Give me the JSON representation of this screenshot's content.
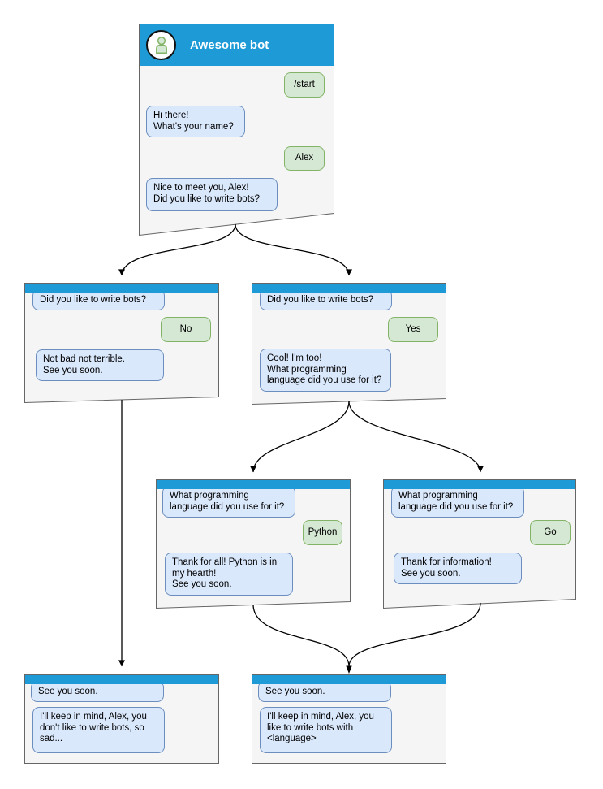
{
  "colors": {
    "header_blue": "#1e9bd7",
    "bot_bubble_fill": "#dae8fc",
    "bot_bubble_border": "#6c8ebf",
    "user_bubble_fill": "#d5e8d4",
    "user_bubble_border": "#82b366",
    "window_fill": "#f5f5f5",
    "window_border": "#666666"
  },
  "windows": [
    {
      "name": "start",
      "title": "Awesome bot",
      "messages": [
        {
          "from": "user",
          "text": "/start"
        },
        {
          "from": "bot",
          "text": "Hi there!\nWhat's your name?"
        },
        {
          "from": "user",
          "text": "Alex"
        },
        {
          "from": "bot",
          "text": "Nice to meet you, Alex!\nDid you like to write bots?"
        }
      ]
    },
    {
      "name": "branch-no",
      "messages": [
        {
          "from": "bot",
          "text": "Did you like to write bots?"
        },
        {
          "from": "user",
          "text": "No"
        },
        {
          "from": "bot",
          "text": "Not bad not terrible.\nSee you soon."
        }
      ]
    },
    {
      "name": "branch-yes",
      "messages": [
        {
          "from": "bot",
          "text": "Did you like to write bots?"
        },
        {
          "from": "user",
          "text": "Yes"
        },
        {
          "from": "bot",
          "text": "Cool! I'm too!\nWhat programming\nlanguage did you use for it?"
        }
      ]
    },
    {
      "name": "branch-python",
      "messages": [
        {
          "from": "bot",
          "text": "What programming\nlanguage did you use for it?"
        },
        {
          "from": "user",
          "text": "Python"
        },
        {
          "from": "bot",
          "text": "Thank for all! Python is in\nmy hearth!\nSee you soon."
        }
      ]
    },
    {
      "name": "branch-go",
      "messages": [
        {
          "from": "bot",
          "text": "What programming\nlanguage did you use for it?"
        },
        {
          "from": "user",
          "text": "Go"
        },
        {
          "from": "bot",
          "text": "Thank for information!\nSee you soon."
        }
      ]
    },
    {
      "name": "end-no",
      "messages": [
        {
          "from": "bot",
          "text": "See you soon."
        },
        {
          "from": "bot",
          "text": "I'll keep in mind, Alex, you\ndon't like to write bots, so\nsad..."
        }
      ]
    },
    {
      "name": "end-yes",
      "messages": [
        {
          "from": "bot",
          "text": "See you soon."
        },
        {
          "from": "bot",
          "text": "I'll keep in mind, Alex, you\nlike to write bots with\n<language>"
        }
      ]
    }
  ]
}
